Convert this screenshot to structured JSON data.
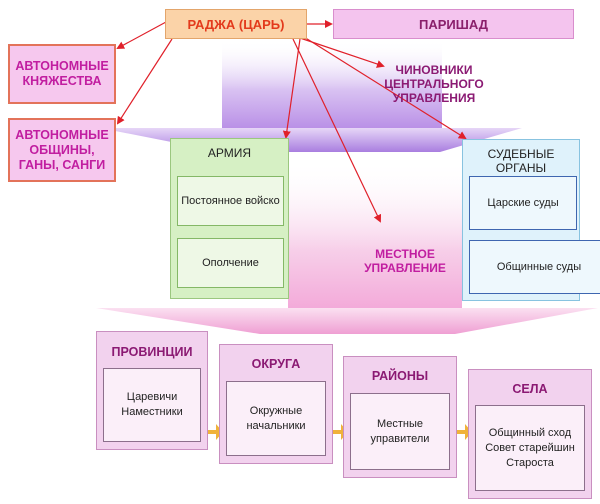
{
  "top": {
    "raja": "РАДЖА (ЦАРЬ)",
    "parishad": "ПАРИШАД"
  },
  "side": {
    "principalities": "АВТОНОМНЫЕ КНЯЖЕСТВА",
    "communities": "АВТОНОМНЫЕ ОБЩИНЫ, ГАНЫ, САНГИ"
  },
  "officials": "ЧИНОВНИКИ ЦЕНТРАЛЬНОГО УПРАВЛЕНИЯ",
  "local_government": "МЕСТНОЕ УПРАВЛЕНИЕ",
  "army": {
    "title": "АРМИЯ",
    "items": [
      "Постоянное войско",
      "Ополчение"
    ]
  },
  "courts": {
    "title": "СУДЕБНЫЕ ОРГАНЫ",
    "items": [
      "Царские суды",
      "Общинные суды"
    ]
  },
  "levels": [
    {
      "title": "ПРОВИНЦИИ",
      "body": "Царевичи Наместники"
    },
    {
      "title": "ОКРУГА",
      "body": "Окружные начальники"
    },
    {
      "title": "РАЙОНЫ",
      "body": "Местные управители"
    },
    {
      "title": "СЕЛА",
      "body": "Общинный сход Совет старейшин Староста"
    }
  ],
  "colors": {
    "arrow_red": "#e0202a",
    "funnel_purple": "#b88ee6",
    "funnel_pink": "#f3a9d9",
    "connector_orange": "#f0b23a"
  }
}
